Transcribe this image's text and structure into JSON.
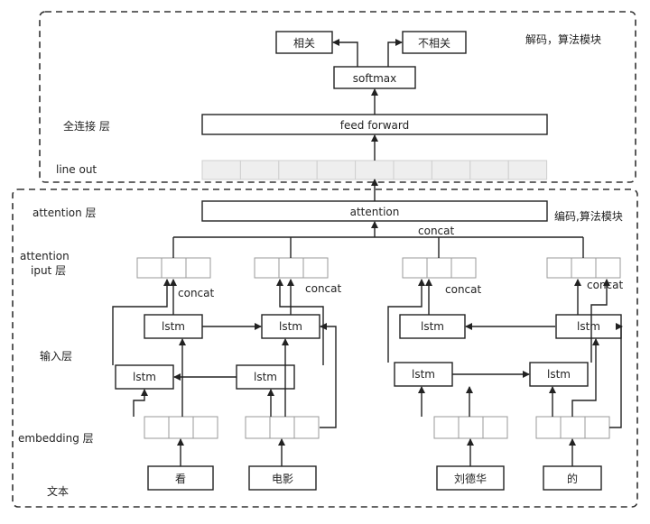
{
  "decode_module_label": "解码，算法模块",
  "encode_module_label": "编码,算法模块",
  "layers": {
    "fully_connected": "全连接 层",
    "line_out": "line out",
    "attention": "attention 层",
    "attention_input_line1": "attention",
    "attention_input_line2": "iput 层",
    "input": "输入层",
    "embedding": "embedding 层",
    "text": "文本"
  },
  "outputs": {
    "relevant": "相关",
    "irrelevant": "不相关"
  },
  "softmax_label": "softmax",
  "feed_forward_label": "feed forward",
  "attention_label": "attention",
  "concat_label": "concat",
  "lstm_label": "lstm",
  "words": [
    "看",
    "电影",
    "刘德华",
    "的"
  ],
  "colors": {
    "line": "#222222",
    "cell_fill": "#eeeeee",
    "cell_stroke": "#cfcfcf"
  }
}
